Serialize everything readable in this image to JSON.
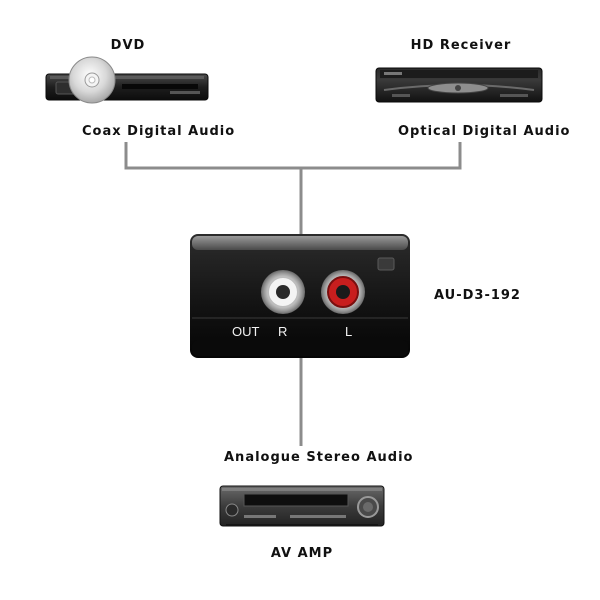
{
  "devices": {
    "dvd": {
      "label": "DVD"
    },
    "hd_receiver": {
      "label": "HD Receiver"
    },
    "converter": {
      "label": "AU-D3-192",
      "port_labels": {
        "out": "OUT",
        "right": "R",
        "left": "L"
      }
    },
    "av_amp": {
      "label": "AV AMP"
    }
  },
  "connections": {
    "dvd_to_converter": "Coax  Digital Audio",
    "receiver_to_converter": "Optical  Digital Audio",
    "converter_to_amp": "Analogue  Stereo Audio"
  },
  "colors": {
    "connector_line": "#8c8c8c",
    "device_body": "#1b1b1b",
    "rca_red": "#c81e1e",
    "rca_white": "#f2f2f2"
  }
}
